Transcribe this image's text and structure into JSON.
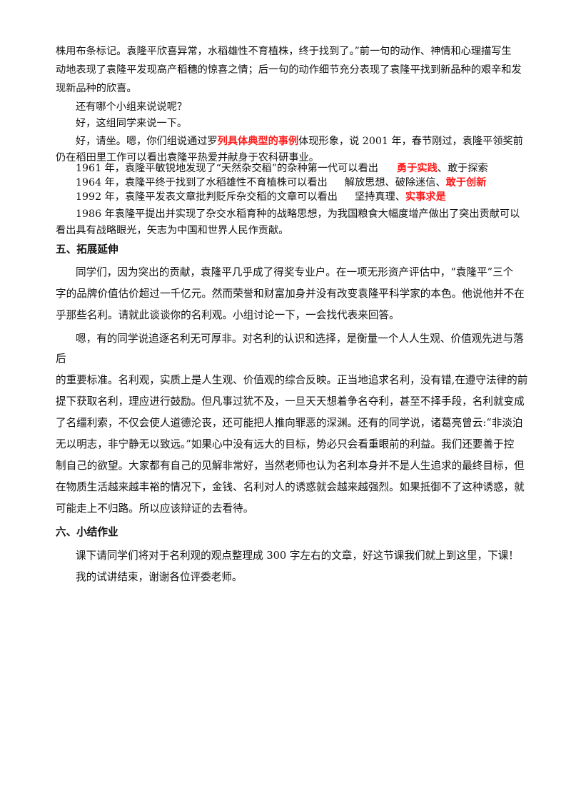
{
  "section4": {
    "l1": "株用布条标记。袁隆平欣喜异常，水稻雄性不育植株，终于找到了。”前一句的动作、神情和心理描写生",
    "l2": "动地表现了袁隆平发现高产稻穗的惊喜之情；后一句的动作细节充分表现了袁隆平找到新品种的艰辛和发",
    "l3": "现新品种的欣喜。",
    "l4": "还有哪个小组来说说呢？",
    "l5": "好，这组同学来说一下。",
    "l6_a": "好，请坐。嗯，你们组说通过罗",
    "l6_red": "列具体典型的事例",
    "l6_b": "体现形象，说 2001 年，春节刚过，袁隆平领奖前",
    "l7": "仍在稻田里工作可以看出袁隆平热爱并献身于农科研事业。",
    "l8_a": "1961 年，袁隆平敏锐地发现了“天然杂交稻”的杂种第一代可以看出",
    "l8_red": "勇于实践",
    "l8_b": "、敢于探索",
    "l9_a": "1964 年，袁隆平终于找到了水稻雄性不育植株可以看出",
    "l9_b": "解放思想、破除迷信、",
    "l9_red": "敢于创新",
    "l10_a": "1992 年，袁隆平发表文章批判贬斥杂交稻的文章可以看出",
    "l10_b": "坚持真理、",
    "l10_red": "实事求是",
    "l11": "1986 年袁隆平提出并实现了杂交水稻育种的战略思想，为我国粮食大幅度增产做出了突出贡献可以",
    "l12": "看出具有战略眼光，矢志为中国和世界人民作贡献。"
  },
  "section5": {
    "heading": "五、拓展延伸",
    "l1": "同学们，因为突出的贡献，袁隆平几乎成了得奖专业户。在一项无形资产评估中，“袁隆平”三个",
    "l2": "字的品牌价值估价超过一千亿元。然而荣誉和财富加身并没有改变袁隆平科学家的本色。他说他并不在",
    "l3": "乎那些名利。请就此谈谈你的名利观。小组讨论一下，一会找代表来回答。",
    "l4": "嗯，有的同学说追逐名利无可厚非。对名利的认识和选择，是衡量一个人人生观、价值观先进与落",
    "l5": "后",
    "l6": "的重要标准。名利观，实质上是人生观、价值观的综合反映。正当地追求名利，没有错,在遵守法律的前",
    "l7": "提下获取名利，理应进行鼓励。但凡事过犹不及，一旦天天想着争名夺利，甚至不择手段，名利就变成",
    "l8": "了名缰利索，不仅会使人道德沦丧，还可能把人推向罪恶的深渊。还有的同学说，诸葛亮曾云:“非淡泊",
    "l9": "无以明志，非宁静无以致远。”如果心中没有远大的目标，势必只会看重眼前的利益。我们还要善于控",
    "l10": "制自己的欲望。大家都有自己的见解非常好，当然老师也认为名利本身并不是人生追求的最终目标，但",
    "l11": "在物质生活越来越丰裕的情况下，金钱、名利对人的诱惑就会越来越强烈。如果抵御不了这种诱惑，就",
    "l12": "可能走上不归路。所以应该辩证的去看待。"
  },
  "section6": {
    "heading": "六、小结作业",
    "l1": "课下请同学们将对于名利观的观点整理成 300 字左右的文章，好这节课我们就上到这里，下课！",
    "l2": "我的试讲结束，谢谢各位评委老师。"
  }
}
